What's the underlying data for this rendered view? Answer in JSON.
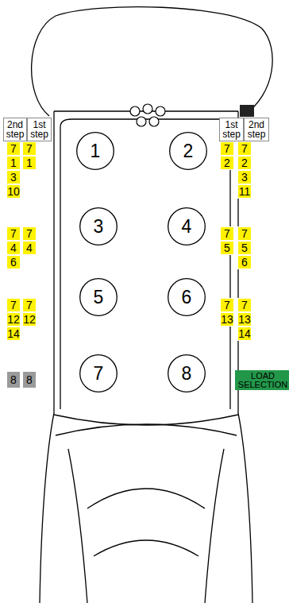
{
  "diagram": {
    "nodes": [
      {
        "text": [
          "2nd step"
        ]
      },
      {
        "text": [
          "1st step"
        ]
      },
      {
        "text": [
          "1st step"
        ]
      },
      {
        "text": [
          "2nd step"
        ]
      },
      {
        "text": [
          "7"
        ]
      },
      {
        "text": [
          "7"
        ]
      },
      {
        "text": [
          "1"
        ]
      },
      {
        "text": [
          "2"
        ]
      },
      {
        "text": [
          "7"
        ]
      },
      {
        "text": [
          "7"
        ]
      },
      {
        "text": [
          "1"
        ]
      },
      {
        "text": [
          "1"
        ]
      },
      {
        "text": [
          "2"
        ]
      },
      {
        "text": [
          "2"
        ]
      },
      {
        "text": [
          "3"
        ]
      },
      {
        "text": [
          "3"
        ]
      },
      {
        "text": [
          "10"
        ]
      },
      {
        "text": [
          "11"
        ]
      },
      {
        "text": [
          "7"
        ]
      },
      {
        "text": [
          "7"
        ]
      },
      {
        "text": [
          "3"
        ]
      },
      {
        "text": [
          "4"
        ]
      },
      {
        "text": [
          "7"
        ]
      },
      {
        "text": [
          "7"
        ]
      },
      {
        "text": [
          "4"
        ]
      },
      {
        "text": [
          "4"
        ]
      },
      {
        "text": [
          "5"
        ]
      },
      {
        "text": [
          "5"
        ]
      },
      {
        "text": [
          "6"
        ]
      },
      {
        "text": [
          "6"
        ]
      },
      {
        "text": [
          "7"
        ]
      },
      {
        "text": [
          "7"
        ]
      },
      {
        "text": [
          "5"
        ]
      },
      {
        "text": [
          "6"
        ]
      },
      {
        "text": [
          "7"
        ]
      },
      {
        "text": [
          "7"
        ]
      },
      {
        "text": [
          "12"
        ]
      },
      {
        "text": [
          "12"
        ]
      },
      {
        "text": [
          "13"
        ]
      },
      {
        "text": [
          "13"
        ]
      },
      {
        "text": [
          "14"
        ]
      },
      {
        "text": [
          "14"
        ]
      },
      {
        "text": [
          "8"
        ]
      },
      {
        "text": [
          "8"
        ]
      },
      {
        "text": [
          "7"
        ]
      },
      {
        "text": [
          "8"
        ]
      },
      {
        "text": [
          "LOAD SELECTION"
        ]
      }
    ]
  }
}
